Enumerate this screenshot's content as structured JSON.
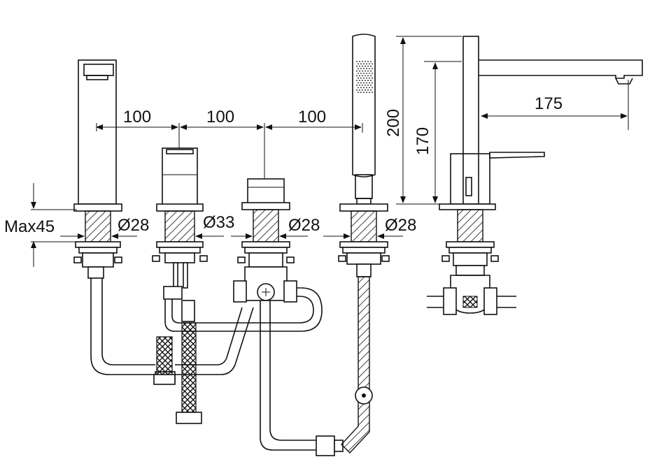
{
  "dimensions": {
    "spacing_1": "100",
    "spacing_2": "100",
    "spacing_3": "100",
    "max_deck": "Max45",
    "dia_1": "Ø28",
    "dia_2": "Ø33",
    "dia_3": "Ø28",
    "dia_4": "Ø28",
    "height_total": "200",
    "height_spout": "170",
    "reach": "175"
  }
}
